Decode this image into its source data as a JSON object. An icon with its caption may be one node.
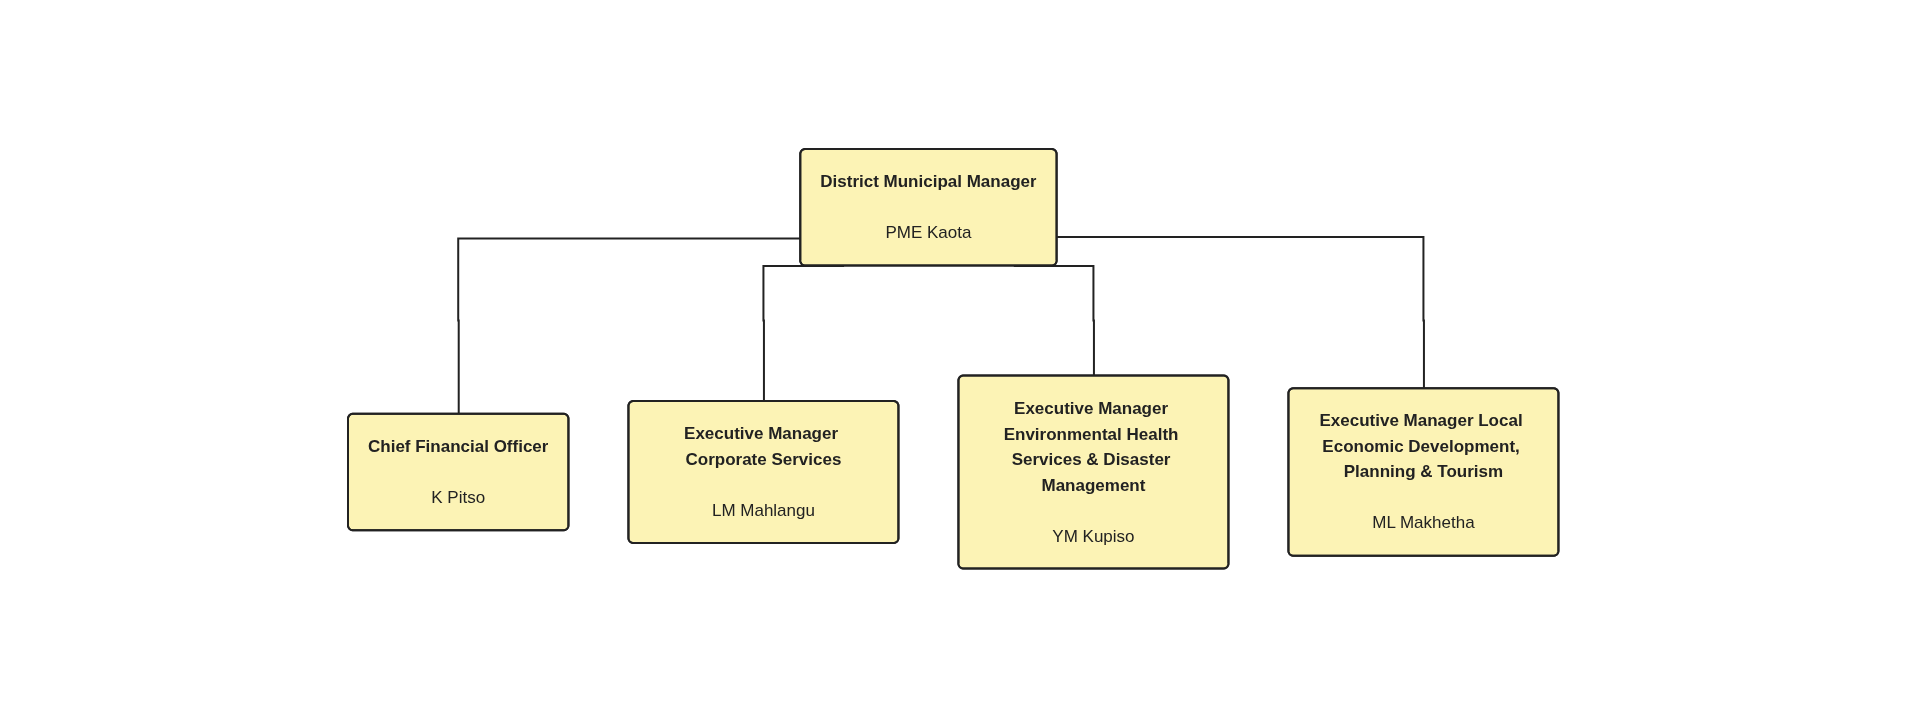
{
  "diagram": {
    "nodes": [
      {
        "text": [
          "District Municipal Manager",
          "PME Kaota"
        ]
      },
      {
        "text": [
          "Chief Financial Officer",
          "K Pitso"
        ]
      },
      {
        "text": [
          "Executive Manager Corporate Services",
          "LM Mahlangu"
        ]
      },
      {
        "text": [
          "Executive Manager Environmental Health Services & Disaster Management",
          "YM Kupiso"
        ]
      },
      {
        "text": [
          "Executive Manager Local Economic Development, Planning & Tourism",
          "ML Makhetha"
        ]
      }
    ],
    "edges": [
      {
        "from": 0,
        "to": 1,
        "arrow": "none"
      },
      {
        "from": 0,
        "to": 2,
        "arrow": "none"
      },
      {
        "from": 0,
        "to": 3,
        "arrow": "none"
      },
      {
        "from": 0,
        "to": 4,
        "arrow": "none"
      }
    ]
  }
}
